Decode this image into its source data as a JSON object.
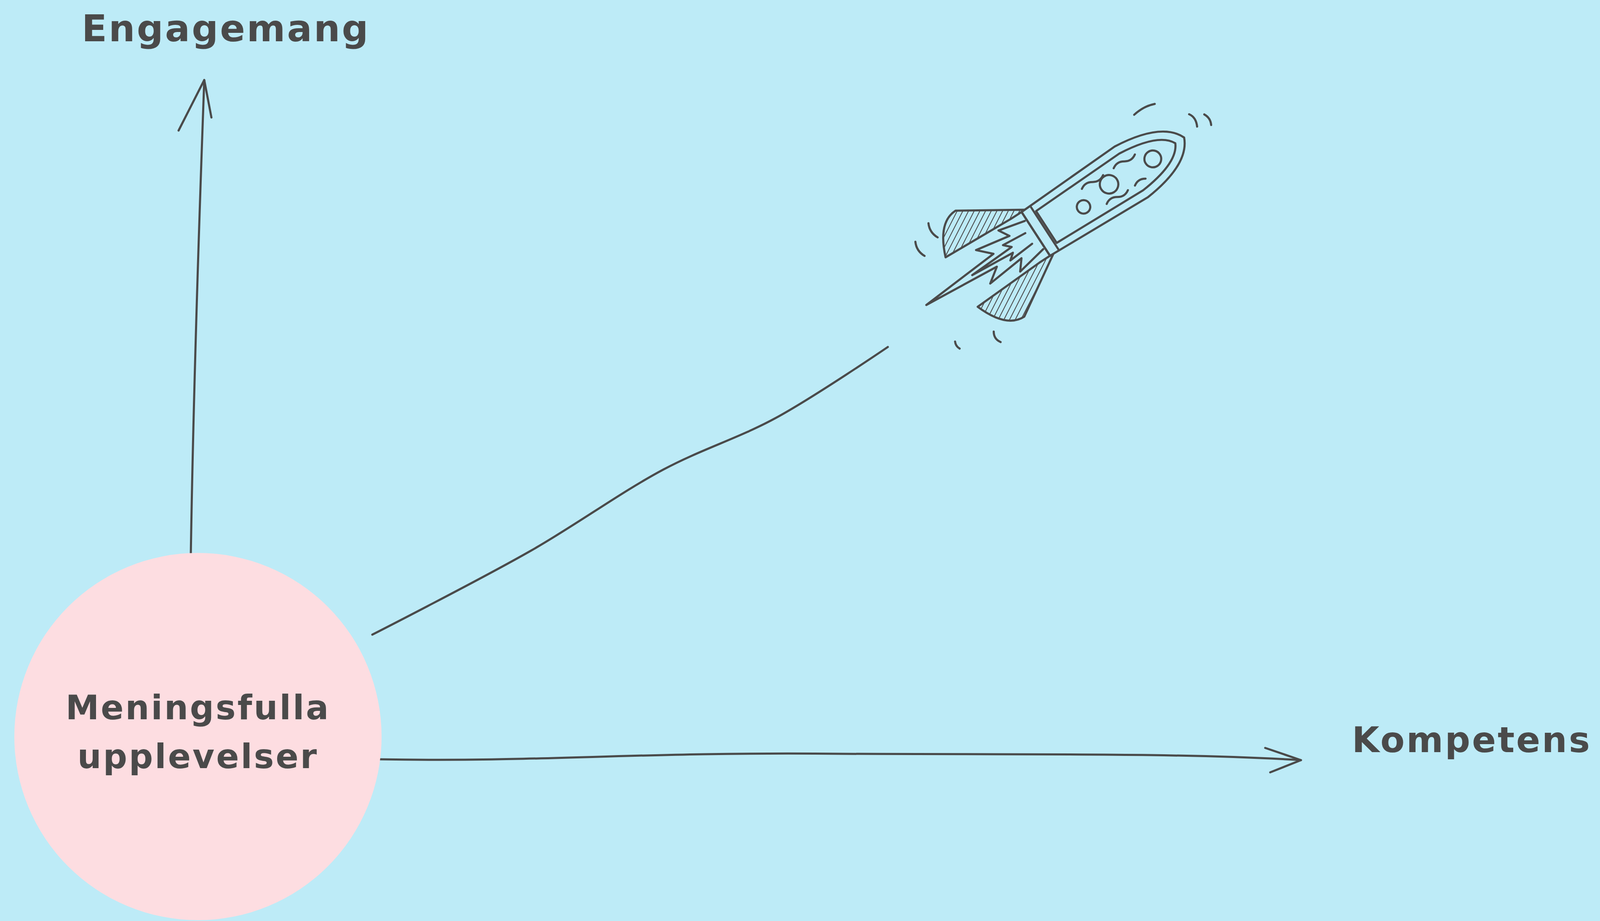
{
  "diagram": {
    "nodes": [
      {
        "text": [
          "Meningsfulla upplevelser"
        ]
      }
    ],
    "labels": [
      "Engagemang",
      "Kompetens"
    ]
  }
}
